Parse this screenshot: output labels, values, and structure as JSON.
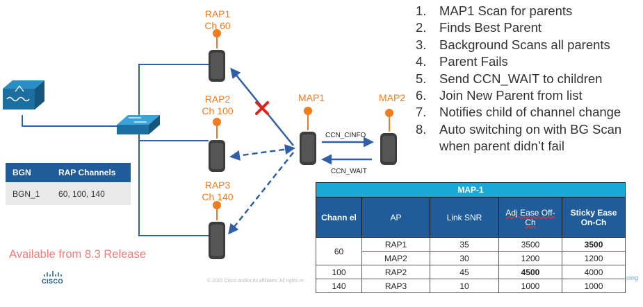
{
  "steps": [
    {
      "num": "1.",
      "text": "MAP1 Scan for parents"
    },
    {
      "num": "2.",
      "text": "Finds Best Parent"
    },
    {
      "num": "3.",
      "text": "Background Scans all parents"
    },
    {
      "num": "4.",
      "text": "Parent Fails"
    },
    {
      "num": "5.",
      "text": "Send CCN_WAIT to children"
    },
    {
      "num": "6.",
      "text": "Join New Parent from list"
    },
    {
      "num": "7.",
      "text": "Notifies child of channel change"
    },
    {
      "num": "8.",
      "text": "Auto switching on with BG Scan"
    },
    {
      "num": "",
      "text": "when parent didn’t fail"
    }
  ],
  "nodes": {
    "rap1": {
      "name": "RAP1",
      "channel": "Ch 60"
    },
    "rap2": {
      "name": "RAP2",
      "channel": "Ch 100"
    },
    "rap3": {
      "name": "RAP3",
      "channel": "Ch 140"
    },
    "map1": {
      "name": "MAP1"
    },
    "map2": {
      "name": "MAP2"
    }
  },
  "links": {
    "ccn_cinfo": "CCN_CINFO",
    "ccn_wait": "CCN_WAIT"
  },
  "bgn_table": {
    "headers": [
      "BGN",
      "RAP Channels"
    ],
    "rows": [
      [
        "BGN_1",
        "60, 100, 140"
      ]
    ]
  },
  "map_table": {
    "title": "MAP-1",
    "headers": [
      "Chann el",
      "AP",
      "Link SNR",
      "Adj Ease Off-Ch",
      "Sticky Ease On-Ch"
    ],
    "rows": [
      {
        "channel": "60",
        "ap": "RAP1",
        "snr": "35",
        "adj": "3500",
        "sticky": "3500"
      },
      {
        "channel": "",
        "ap": "MAP2",
        "snr": "30",
        "adj": "1200",
        "sticky": "1200"
      },
      {
        "channel": "100",
        "ap": "RAP2",
        "snr": "45",
        "adj": "4500",
        "sticky": "4000"
      },
      {
        "channel": "140",
        "ap": "RAP3",
        "snr": "10",
        "adj": "1000",
        "sticky": "1000"
      }
    ]
  },
  "footer": {
    "available": "Available from 8.3 Release",
    "copyright": "© 2015  Cisco and/or its affiliates. All rights re",
    "cisco": "CISCO",
    "stray": "ning"
  },
  "colors": {
    "accent": "#f07c1e",
    "table_header": "#1f5c99",
    "table_title": "#1aa8d8",
    "link": "#2e5fa8"
  }
}
